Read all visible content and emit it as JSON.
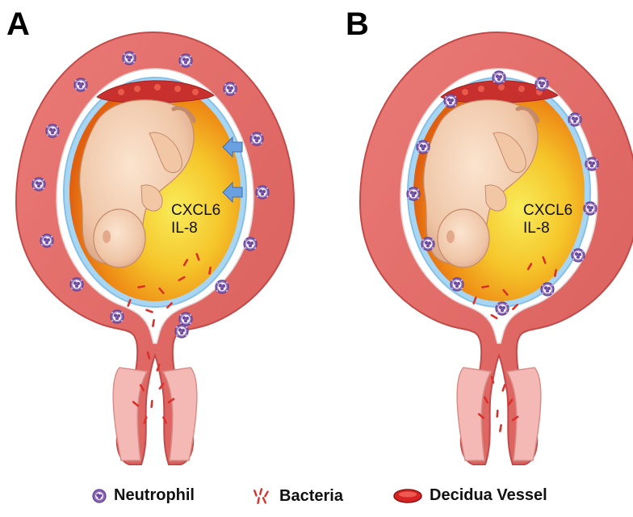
{
  "panels": [
    {
      "letter": "A",
      "cytokines": [
        "CXCL6",
        "IL-8"
      ]
    },
    {
      "letter": "B",
      "cytokines": [
        "CXCL6",
        "IL-8"
      ]
    }
  ],
  "legend": [
    {
      "label": "Neutrophil",
      "icon": "neutrophil-icon"
    },
    {
      "label": "Bacteria",
      "icon": "bacteria-icon"
    },
    {
      "label": "Decidua Vessel",
      "icon": "decidua-vessel-icon"
    }
  ],
  "colors": {
    "uterine_wall": "#e46d6a",
    "uterine_wall_dark": "#c9504f",
    "cervix": "#f4b9b5",
    "amniotic_fluid_center": "#f7e24a",
    "amniotic_fluid_edge": "#e8670c",
    "membrane_blue": "#8ec6ea",
    "neutrophil": "#8a68b6",
    "bacteria": "#d9302a",
    "decidua_vessel": "#d62424",
    "arrow": "#6a9fe0"
  }
}
